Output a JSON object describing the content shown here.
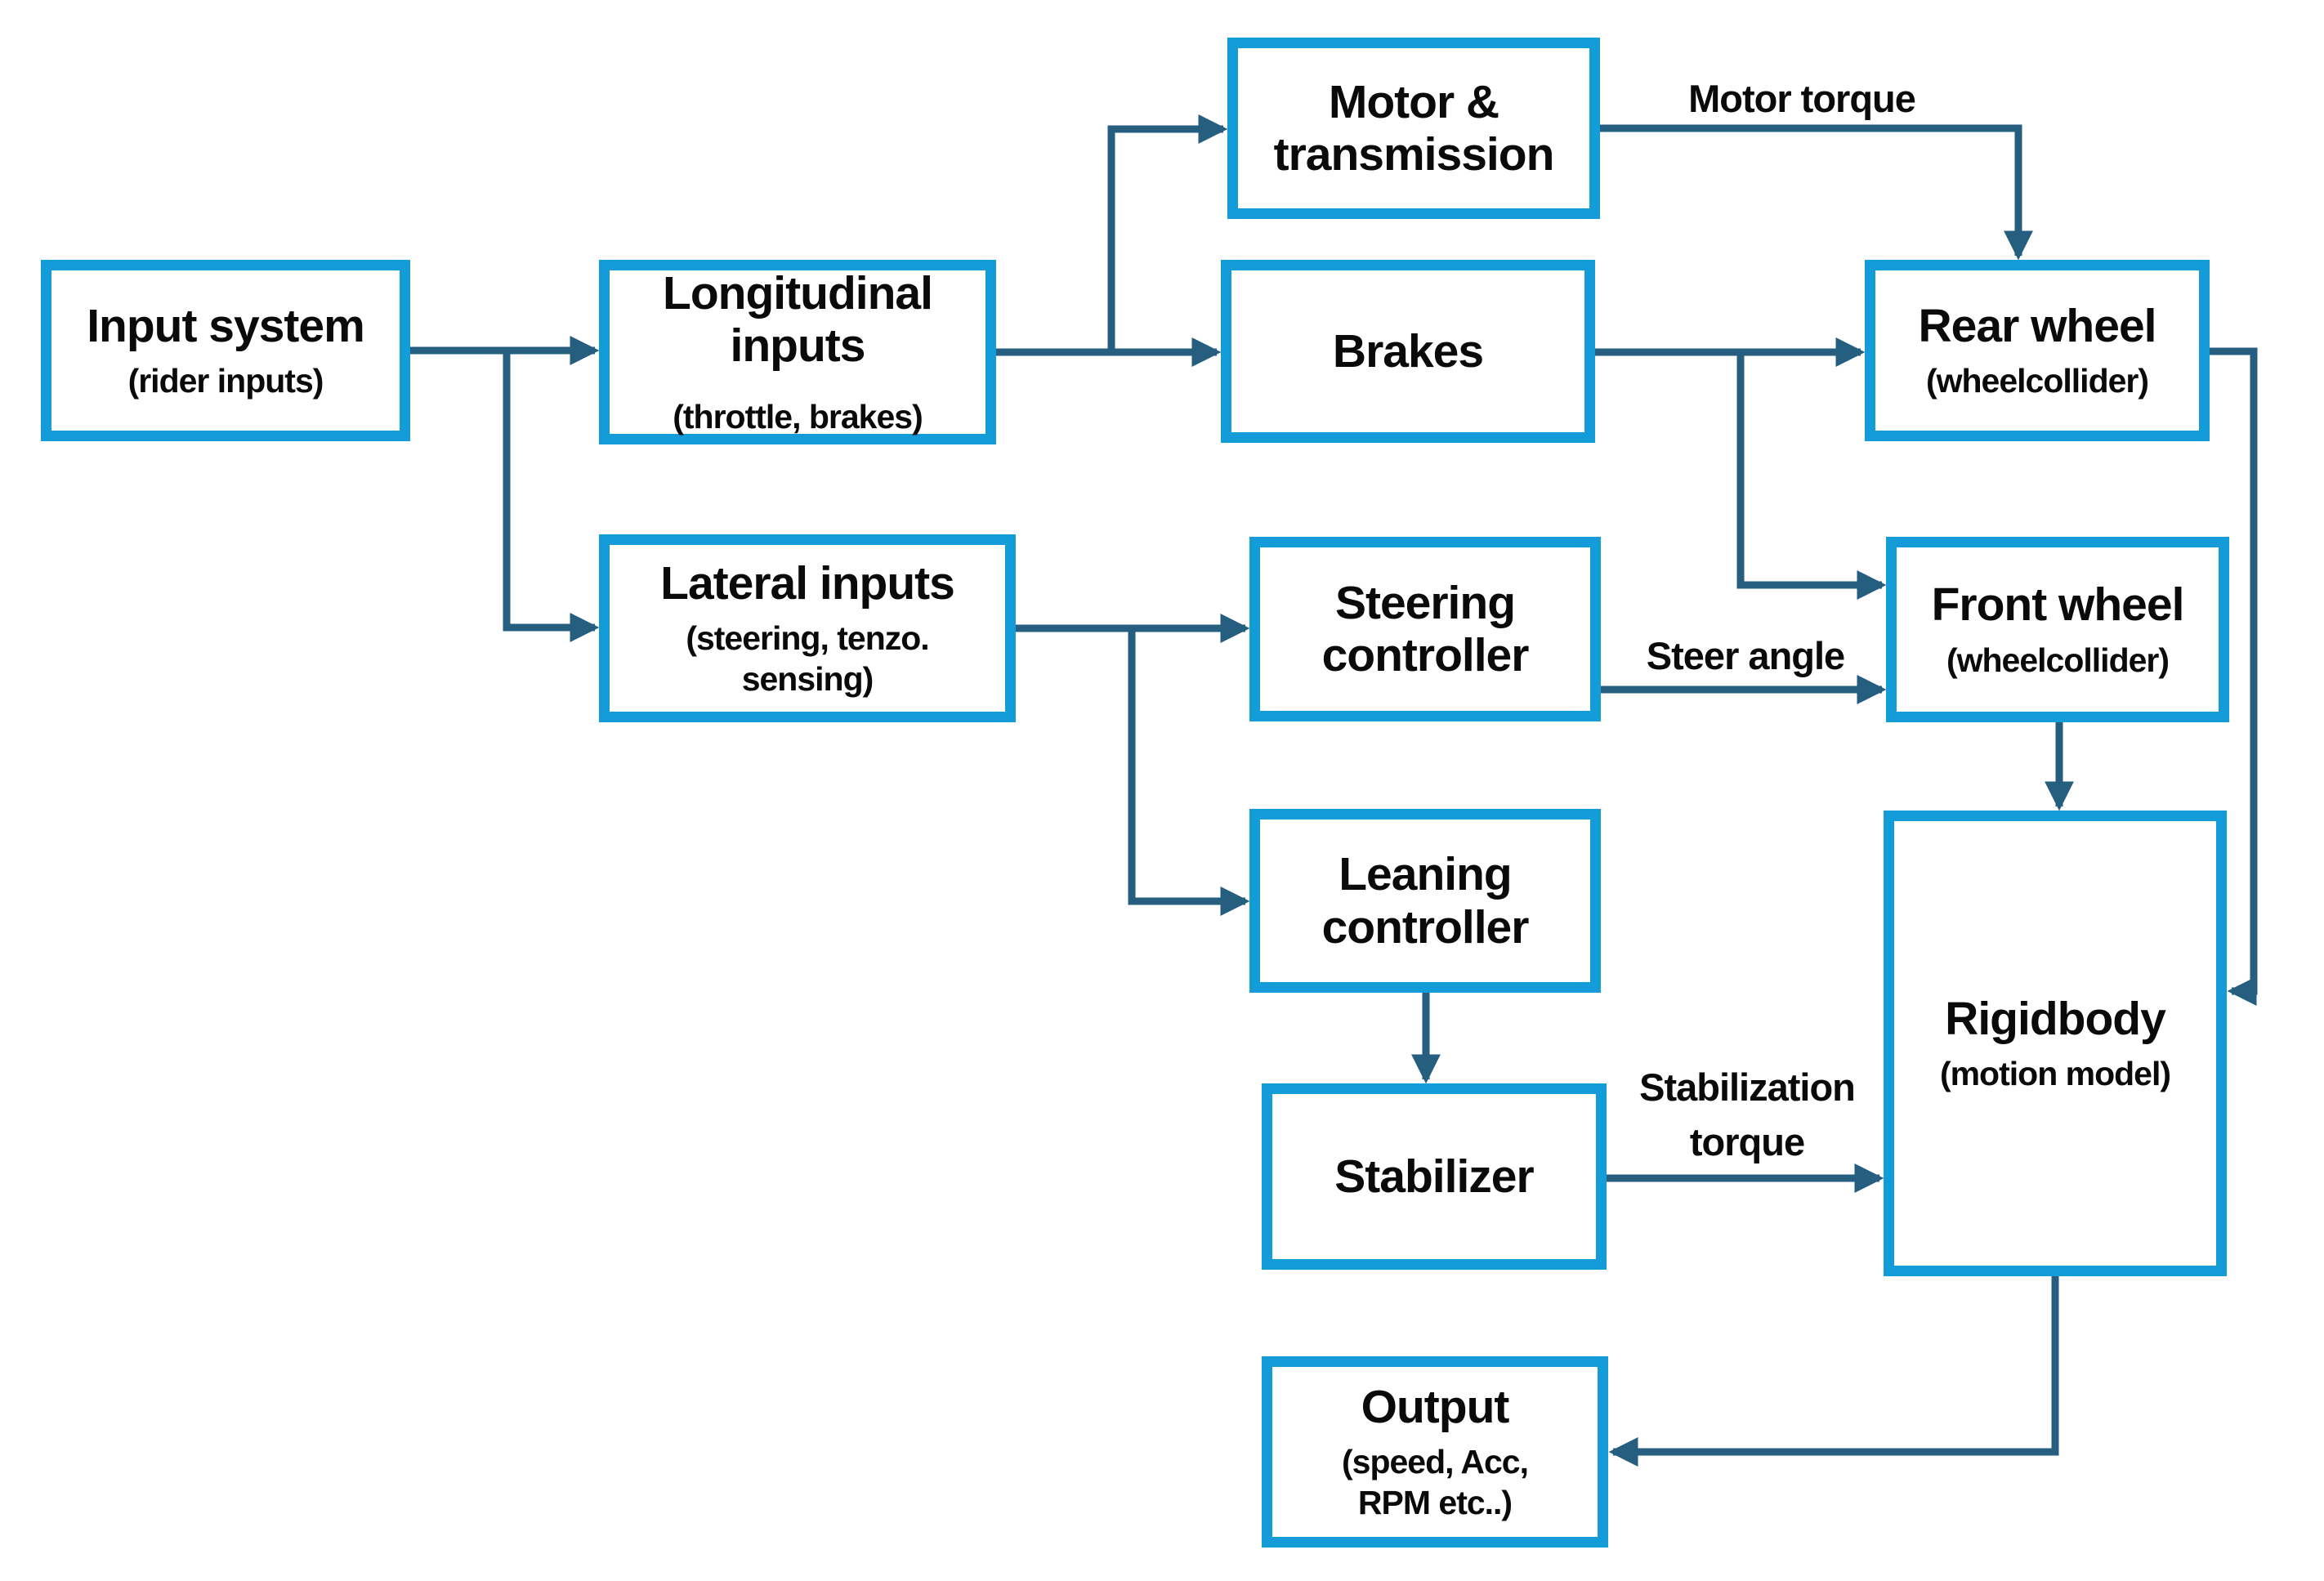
{
  "diagram": {
    "background": "#ffffff",
    "box_border_color": "#149cd8",
    "arrow_color": "#265e80",
    "text_color": "#0a0a0a"
  },
  "nodes": {
    "input_system": {
      "title": "Input system",
      "subtitle": "(rider inputs)"
    },
    "longitudinal_inputs": {
      "title": "Longitudinal\ninputs",
      "subtitle": "(throttle, brakes)"
    },
    "lateral_inputs": {
      "title": "Lateral inputs",
      "subtitle": "(steering, tenzo.\nsensing)"
    },
    "motor_transmission": {
      "title": "Motor &\ntransmission"
    },
    "brakes": {
      "title": "Brakes"
    },
    "rear_wheel": {
      "title": "Rear wheel",
      "subtitle": "(wheelcollider)"
    },
    "front_wheel": {
      "title": "Front wheel",
      "subtitle": "(wheelcollider)"
    },
    "steering_controller": {
      "title": "Steering\ncontroller"
    },
    "leaning_controller": {
      "title": "Leaning\ncontroller"
    },
    "stabilizer": {
      "title": "Stabilizer"
    },
    "rigidbody": {
      "title": "Rigidbody",
      "subtitle": "(motion model)"
    },
    "output": {
      "title": "Output",
      "subtitle": "(speed, Acc,\nRPM etc..)"
    }
  },
  "edge_labels": {
    "motor_torque": "Motor torque",
    "steer_angle": "Steer angle",
    "stabilization_torque": "Stabilization\ntorque"
  }
}
